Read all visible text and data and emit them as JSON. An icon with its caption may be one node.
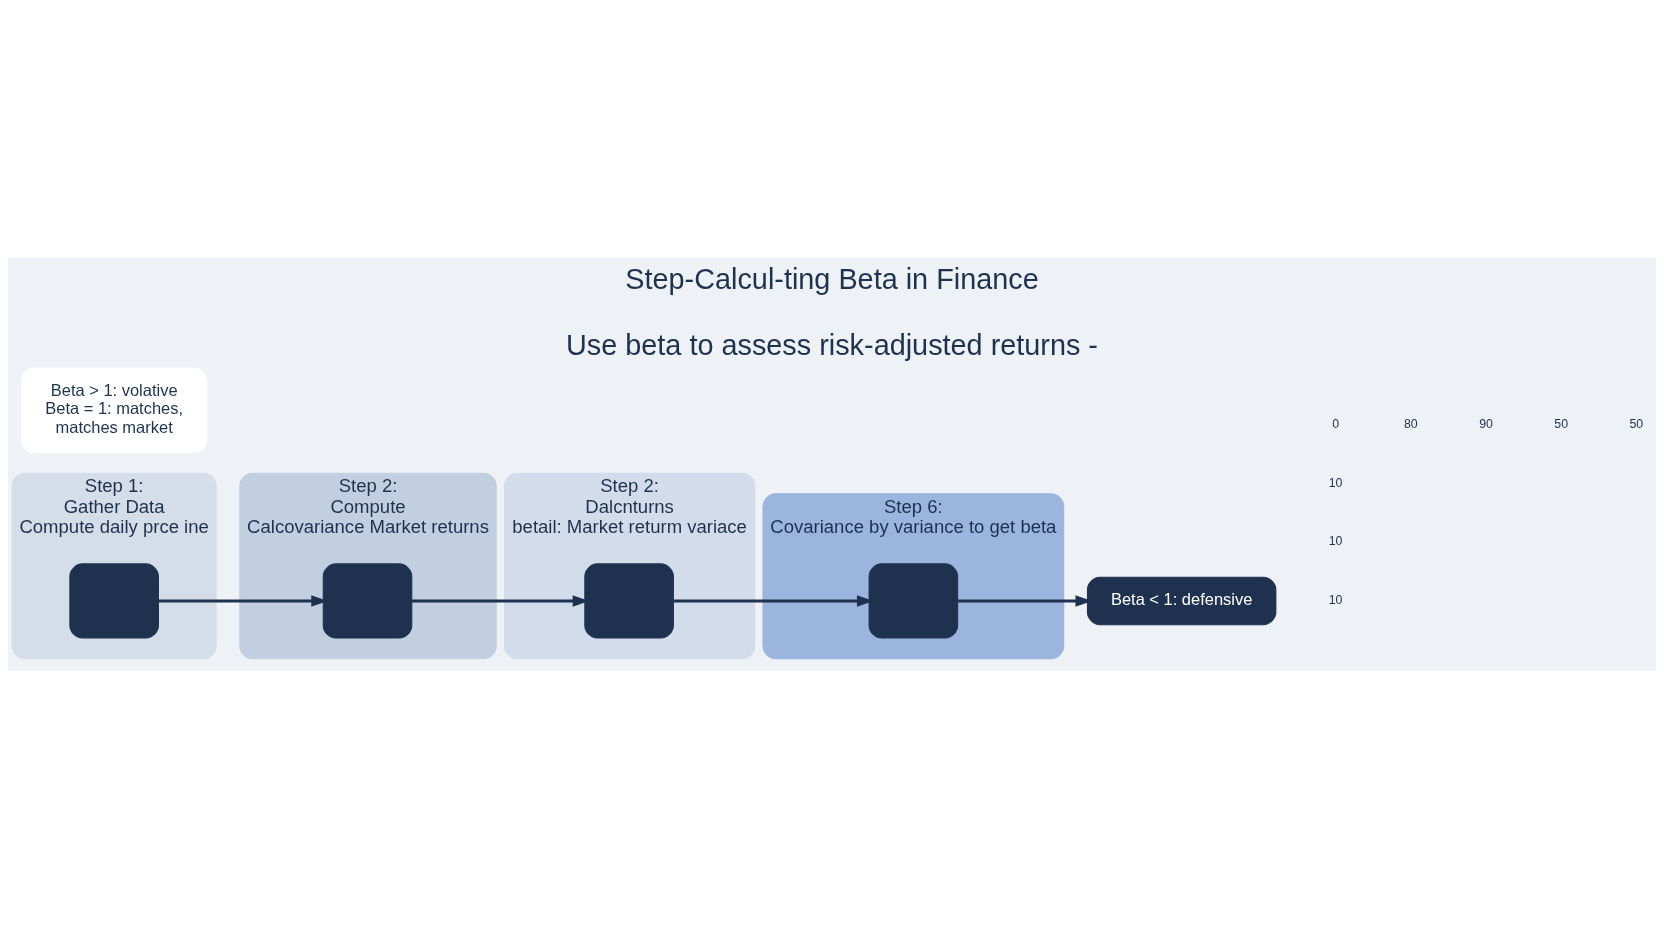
{
  "diagram": {
    "title": "Step-Calcul-ting Beta in Finance",
    "caption": "Use beta to assess risk-adjusted returns -",
    "nodes": [
      {
        "text": [
          "Step 1:",
          "Gather Data",
          "Compute daily prce ine"
        ]
      },
      {
        "text": [],
        "shape": "box",
        "in": 0
      },
      {
        "text": [
          "Step 2:",
          "Compute",
          "Calcovariance Market returns"
        ]
      },
      {
        "text": [],
        "shape": "box",
        "in": 2
      },
      {
        "text": [
          "Step 2:",
          "Dalcnturns",
          "betail: Market returm variace"
        ]
      },
      {
        "text": [],
        "shape": "box",
        "in": 4
      },
      {
        "text": [
          "Step 6:",
          "Covariance by variance to get beta"
        ]
      },
      {
        "text": [],
        "shape": "box",
        "in": 6
      },
      {
        "text": [
          "Beta > 1: volative",
          "Beta = 1: matches,",
          "matches market"
        ]
      },
      {
        "text": [
          "Beta < 1: defensive"
        ]
      }
    ],
    "edges": [
      {
        "from": 1,
        "to": 3,
        "arrow": "to"
      },
      {
        "from": 3,
        "to": 5,
        "arrow": "to"
      },
      {
        "from": 5,
        "to": 7,
        "arrow": "to"
      },
      {
        "from": 7,
        "to": 9,
        "arrow": "to"
      }
    ],
    "labels": [
      "10",
      "10",
      "10",
      "0",
      "80",
      "90",
      "50",
      "50"
    ]
  }
}
